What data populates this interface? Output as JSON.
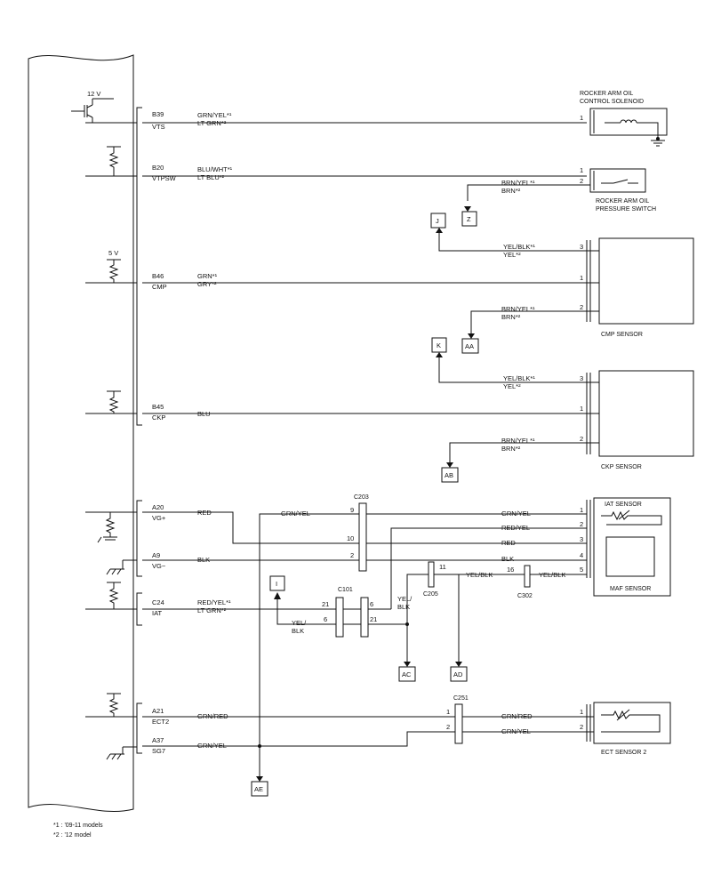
{
  "supply": {
    "v12": "12 V",
    "v5": "5 V"
  },
  "ecm_pins": [
    {
      "id": "B39",
      "name": "VTS"
    },
    {
      "id": "B20",
      "name": "VTPSW"
    },
    {
      "id": "B46",
      "name": "CMP"
    },
    {
      "id": "B45",
      "name": "CKP"
    },
    {
      "id": "A20",
      "name": "VG+"
    },
    {
      "id": "A9",
      "name": "VG−"
    },
    {
      "id": "C24",
      "name": "IAT"
    },
    {
      "id": "A21",
      "name": "ECT2"
    },
    {
      "id": "A37",
      "name": "SG7"
    }
  ],
  "wire_labels": {
    "vts": [
      "GRN/YEL*¹",
      "LT GRN*²"
    ],
    "vtpsw": [
      "BLU/WHT*¹",
      "LT BLU*²"
    ],
    "sw_gnd": [
      "BRN/YEL*¹",
      "BRN*²"
    ],
    "cmp_pwr": [
      "YEL/BLK*¹",
      "YEL*²"
    ],
    "cmp_sig": [
      "GRN*¹",
      "GRY*²"
    ],
    "cmp_gnd": [
      "BRN/YEL*¹",
      "BRN*²"
    ],
    "ckp_pwr": [
      "YEL/BLK*¹",
      "YEL*²"
    ],
    "ckp_sig": "BLU",
    "ckp_gnd": [
      "BRN/YEL*¹",
      "BRN*²"
    ],
    "red": "RED",
    "grn_yel": "GRN/YEL",
    "blk": "BLK",
    "iat": [
      "RED/YEL*¹",
      "LT GRN*²"
    ],
    "yel_blk_c101": [
      "YEL/",
      "BLK"
    ],
    "yel_blk_c205": [
      "YEL/",
      "BLK"
    ],
    "yel_blk": "YEL/BLK",
    "grn_red": "GRN/RED",
    "maf_grn_yel": "GRN/YEL",
    "maf_red_yel": "RED/YEL",
    "maf_red": "RED",
    "maf_blk": "BLK",
    "maf_yel_blk": "YEL/BLK",
    "ect_grn_red": "GRN/RED",
    "ect_grn_yel": "GRN/YEL"
  },
  "components": {
    "solenoid": [
      "ROCKER ARM OIL",
      "CONTROL SOLENOID"
    ],
    "pressure_switch": [
      "ROCKER ARM OIL",
      "PRESSURE SWITCH"
    ],
    "cmp": "CMP SENSOR",
    "ckp": "CKP SENSOR",
    "iat": "IAT SENSOR",
    "maf": "MAF SENSOR",
    "ect2": "ECT SENSOR 2"
  },
  "connectors": {
    "c203": "C203",
    "c101": "C101",
    "c205": "C205",
    "c302": "C302",
    "c251": "C251"
  },
  "pin_numbers": {
    "sol": "1",
    "sw1": "1",
    "sw2": "2",
    "cmp3": "3",
    "cmp1": "1",
    "cmp2": "2",
    "ckp3": "3",
    "ckp1": "1",
    "ckp2": "2",
    "maf1": "1",
    "maf2": "2",
    "maf3": "3",
    "maf4": "4",
    "maf5": "5",
    "c203_9": "9",
    "c203_10": "10",
    "c203_2": "2",
    "c101_21a": "21",
    "c101_6a": "6",
    "c101_6b": "6",
    "c101_21b": "21",
    "c205_11": "11",
    "c302_16": "16",
    "c251_1": "1",
    "c251_2": "2",
    "ect1": "1",
    "ect2": "2"
  },
  "references": {
    "J": "J",
    "Z": "Z",
    "K": "K",
    "AA": "AA",
    "AB": "AB",
    "I": "I",
    "AC": "AC",
    "AD": "AD",
    "AE": "AE"
  },
  "footnotes": [
    "*1 : '09-11 models",
    "*2 : '12 model"
  ]
}
